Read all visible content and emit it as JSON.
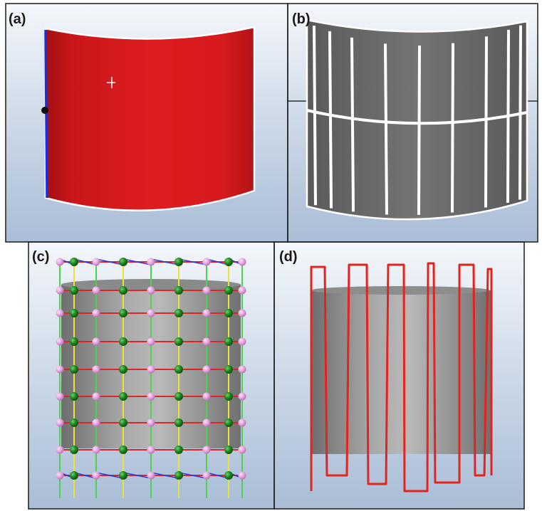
{
  "panels": [
    {
      "id": "a",
      "label": "(a)"
    },
    {
      "id": "b",
      "label": "(b)"
    },
    {
      "id": "c",
      "label": "(c)"
    },
    {
      "id": "d",
      "label": "(d)"
    }
  ],
  "colors": {
    "viewport_top": "#f4f7fb",
    "viewport_bottom": "#a9bdd6",
    "surface_red": "#d9181b",
    "surface_gray": "#6a6a6a",
    "edge_blue": "#1f2fd6",
    "node_green": "#1f7a1f",
    "node_pink": "#e9a6e3",
    "link_red": "#e0242a",
    "link_yellow": "#e8e23a",
    "link_green": "#4cd34c",
    "link_blue": "#2a37d8",
    "path_red": "#e2241f"
  }
}
